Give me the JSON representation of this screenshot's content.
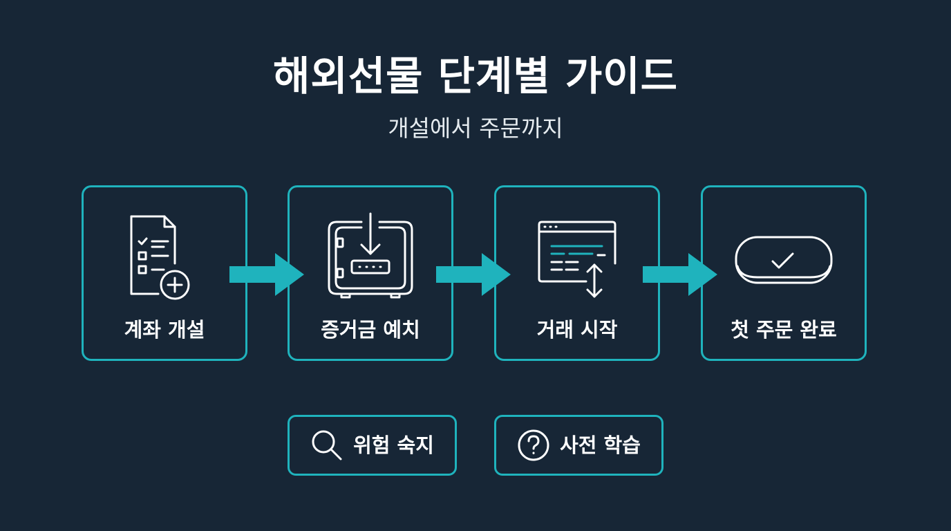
{
  "title": "해외선물 단계별 가이드",
  "subtitle": "개설에서 주문까지",
  "colors": {
    "background": "#172636",
    "accent": "#1fb3bd",
    "text": "#ffffff"
  },
  "steps": [
    {
      "label": "계좌 개설",
      "icon": "document-checklist-plus-icon"
    },
    {
      "label": "증거금 예치",
      "icon": "safe-deposit-icon"
    },
    {
      "label": "거래 시작",
      "icon": "trading-window-icon"
    },
    {
      "label": "첫 주문 완료",
      "icon": "check-button-icon"
    }
  ],
  "extras": [
    {
      "label": "위험 숙지",
      "icon": "search-icon"
    },
    {
      "label": "사전 학습",
      "icon": "question-icon"
    }
  ]
}
